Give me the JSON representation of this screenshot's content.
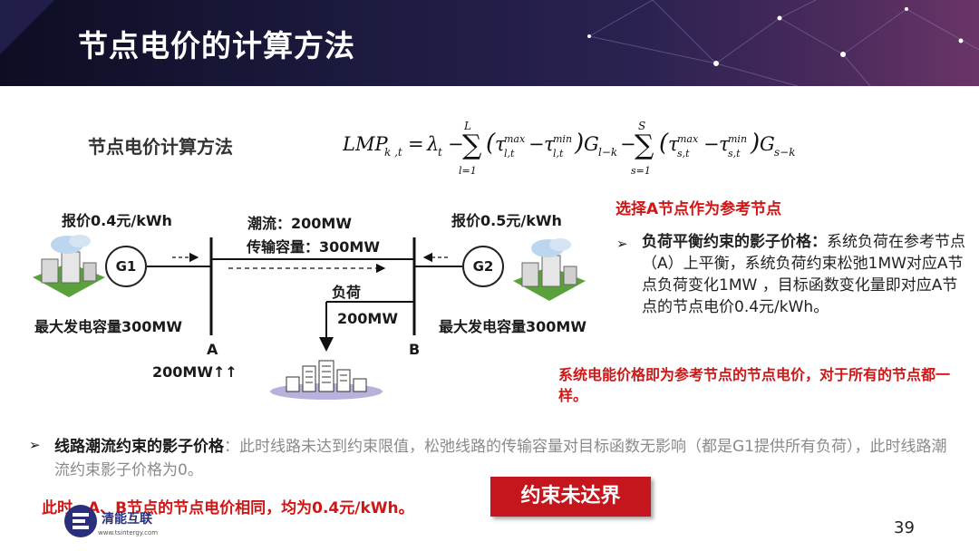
{
  "title": "节点电价的计算方法",
  "subheading": "节点电价计算方法",
  "formula": "LMP_k,t = λ_t − Σ_{l=1}^{L} (τ_l,t^max − τ_l,t^min) G_l−k − Σ_{s=1}^{S} (τ_s,t^max − τ_s,t^min) G_s−k",
  "diagram": {
    "bid_g1": "报价0.4元/kWh",
    "bid_g2": "报价0.5元/kWh",
    "flow": "潮流：200MW",
    "capacity": "传输容量：300MW",
    "load_label": "负荷",
    "load_value": "200MW",
    "g1_label": "G1",
    "g2_label": "G2",
    "max_cap_g1": "最大发电容量300MW",
    "max_cap_g2": "最大发电容量300MW",
    "node_a": "A",
    "node_b": "B",
    "a_output": "200MW↑↑"
  },
  "side_title": "选择A节点作为参考节点",
  "side_bullet": {
    "heading": "负荷平衡约束的影子价格：",
    "text": "系统负荷在参考节点（A）上平衡，系统负荷约束松弛1MW对应A节点负荷变化1MW ，目标函数变化量即对应A节点的节点电价0.4元/kWh。"
  },
  "red_note": "系统电能价格即为参考节点的节点电价，对于所有的节点都一样。",
  "bottom_bullet": {
    "heading": "线路潮流约束的影子价格",
    "text": "：此时线路未达到约束限值，松弛线路的传输容量对目标函数无影响（都是G1提供所有负荷），此时线路潮流约束影子价格为0。"
  },
  "conclusion": "此时，A、B节点的节点电价相同，均为0.4元/kWh。",
  "badge": "约束未达界",
  "logo": {
    "name": "清能互联",
    "url": "www.tsintergy.com"
  },
  "page_number": "39",
  "colors": {
    "accent_red": "#d01616",
    "badge_bg": "#c4161c",
    "header_dark": "#1b1a3e"
  }
}
